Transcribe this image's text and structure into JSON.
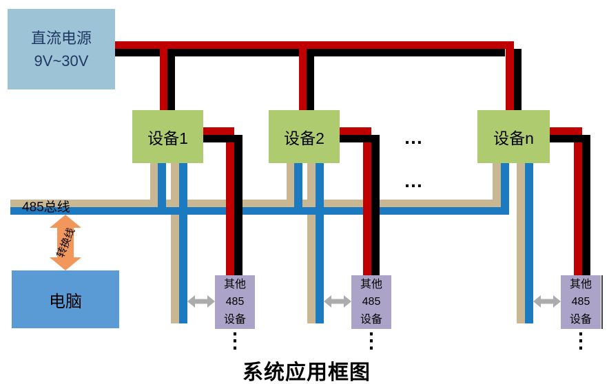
{
  "title": "系统应用框图",
  "power": {
    "line1": "直流电源",
    "line2": "9V~30V"
  },
  "devices": [
    {
      "label": "设备1"
    },
    {
      "label": "设备2"
    },
    {
      "label": "设备n"
    }
  ],
  "bus": {
    "label": "485总线"
  },
  "converter": {
    "label": "转换线"
  },
  "computer": {
    "label": "电脑"
  },
  "other_device": {
    "line1": "其他",
    "line2": "485",
    "line3": "设备"
  },
  "ellipsis": {
    "horizontal": "…",
    "vertical": "⋮"
  },
  "colors": {
    "power_box": "#9DC3D6",
    "device_box": "#AECB70",
    "computer_box": "#5B9BD5",
    "other_box": "#ABA3C8",
    "wire_red": "#C00000",
    "wire_black": "#000000",
    "wire_tan": "#C9B794",
    "wire_blue": "#1B7AC0",
    "arrow_orange": "#F2975B",
    "arrow_gray": "#ACACAC"
  }
}
